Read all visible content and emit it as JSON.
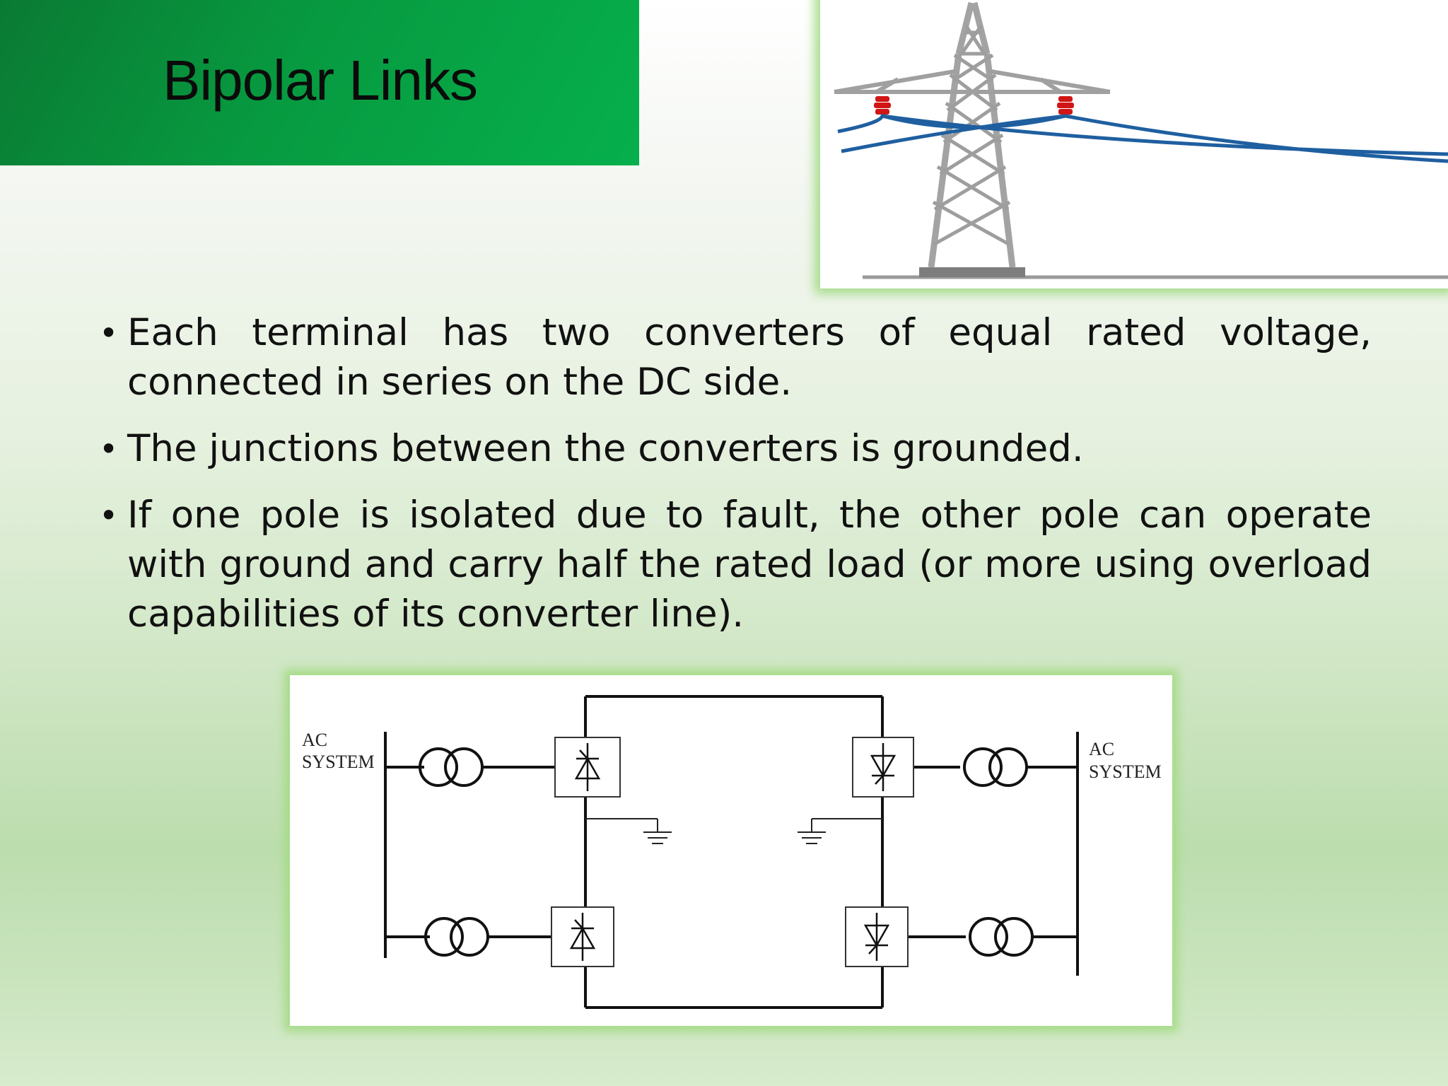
{
  "slide": {
    "title": "Bipolar Links",
    "bullets": [
      "Each terminal has two converters of equal rated voltage, connected in series on the DC side.",
      "The junctions between the converters is grounded.",
      "If one pole is isolated due to fault, the other pole can operate with ground and carry half the rated load (or more using overload capabilities of its converter line)."
    ]
  },
  "diagram": {
    "left_label_line1": "AC",
    "left_label_line2": "SYSTEM",
    "right_label_line1": "AC",
    "right_label_line2": "SYSTEM"
  },
  "colors": {
    "title_bar": "#079a40",
    "frame_glow": "#a8dd8c",
    "conductor": "#1f5fa0",
    "insulator": "#d01515",
    "tower": "#9a9a9a"
  }
}
